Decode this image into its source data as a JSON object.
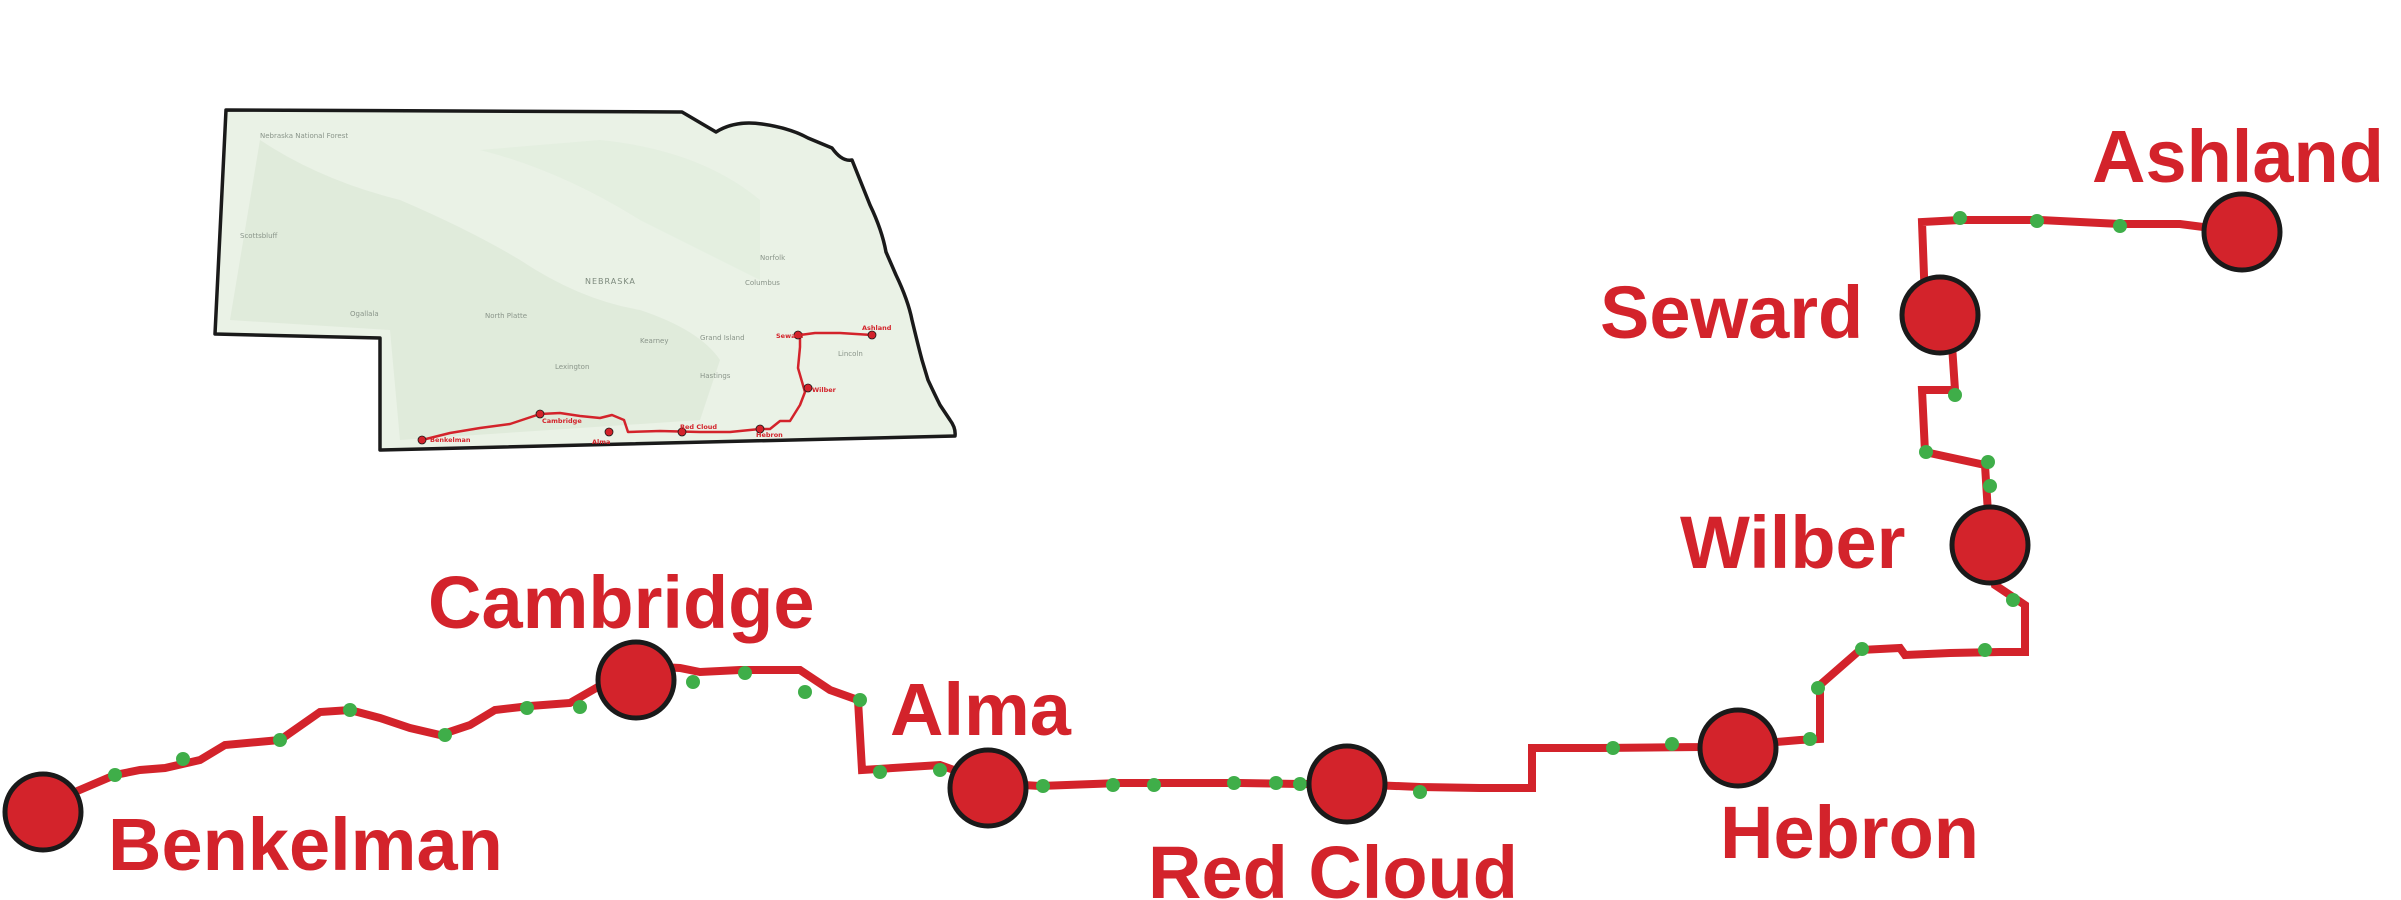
{
  "route_color": "#d3232b",
  "stop_color": "#3fae49",
  "outline_color": "#1a1a1a",
  "map_fill": "#eaf2e6",
  "main_map": {
    "cities": [
      {
        "name": "Benkelman"
      },
      {
        "name": "Cambridge"
      },
      {
        "name": "Alma"
      },
      {
        "name": "Red Cloud"
      },
      {
        "name": "Hebron"
      },
      {
        "name": "Wilber"
      },
      {
        "name": "Seward"
      },
      {
        "name": "Ashland"
      }
    ]
  },
  "inset_map": {
    "state_label": "NEBRASKA",
    "place_labels": [
      "Norfolk",
      "Columbus",
      "Grand Island",
      "Kearney",
      "Lexington",
      "North Platte",
      "Hastings",
      "Lincoln",
      "Ogallala",
      "Scottsbluff",
      "Nebraska National Forest"
    ],
    "route_cities": [
      "Benkelman",
      "Cambridge",
      "Alma",
      "Red Cloud",
      "Hebron",
      "Wilber",
      "Seward",
      "Ashland"
    ]
  }
}
